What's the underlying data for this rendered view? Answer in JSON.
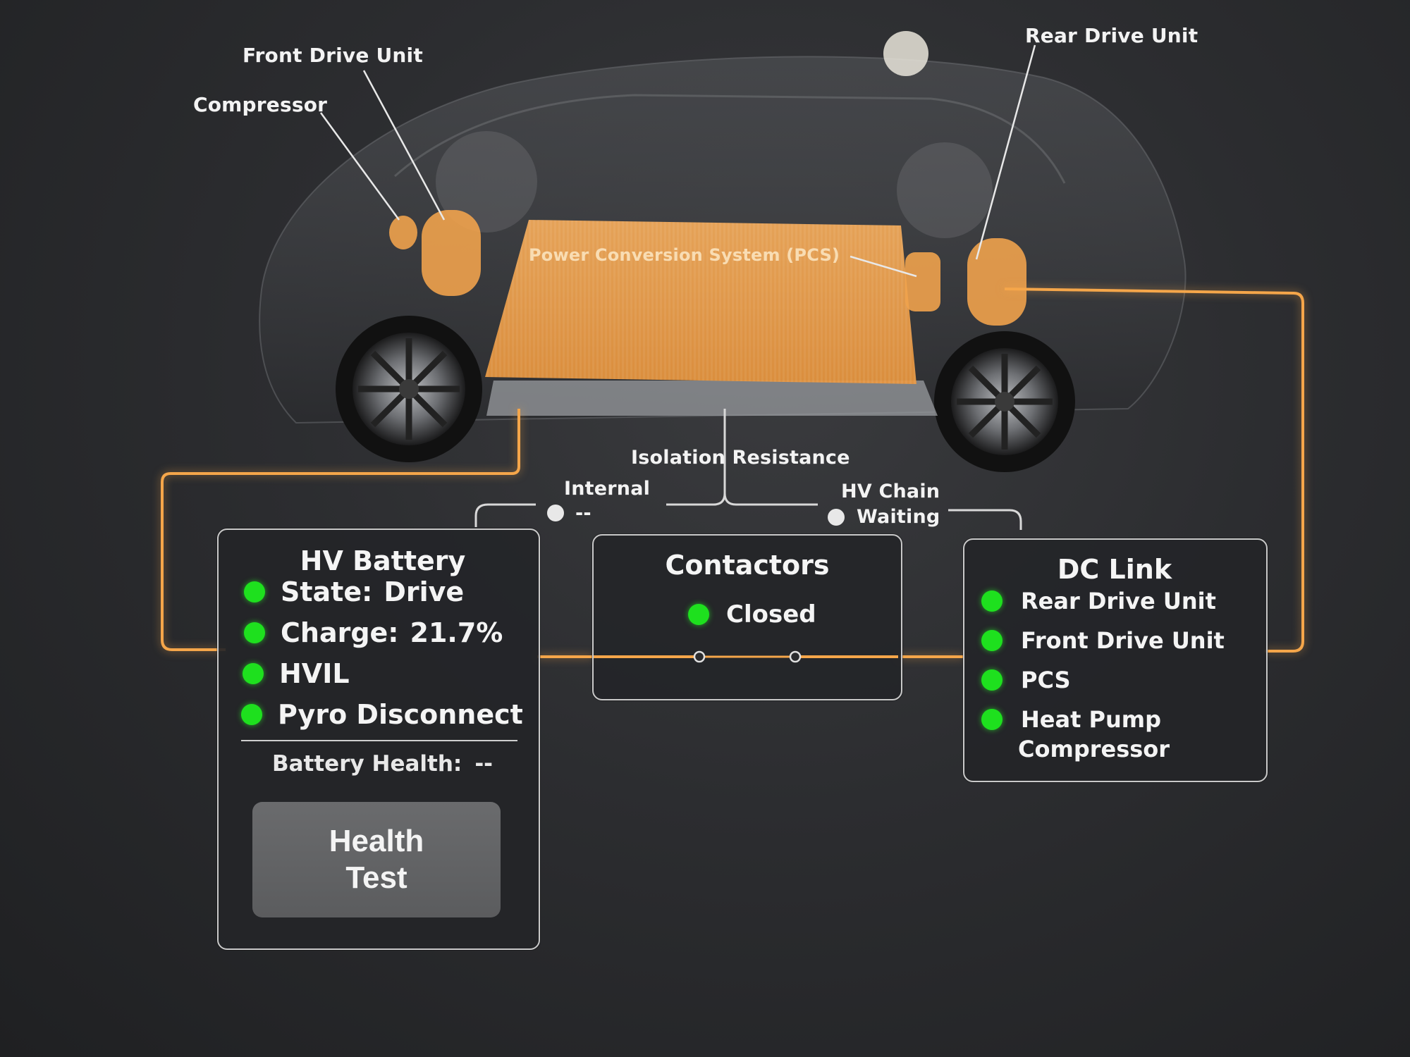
{
  "callouts": {
    "front_drive_unit": "Front Drive Unit",
    "compressor": "Compressor",
    "rear_drive_unit": "Rear Drive Unit",
    "pcs": "Power Conversion System (PCS)"
  },
  "isolation": {
    "title": "Isolation Resistance",
    "internal_label": "Internal",
    "internal_value": "--",
    "hv_chain_label": "HV Chain",
    "hv_chain_value": "Waiting"
  },
  "hv_battery": {
    "title": "HV Battery",
    "state_label": "State:",
    "state_value": "Drive",
    "charge_label": "Charge:",
    "charge_value": "21.7%",
    "hvil": "HVIL",
    "pyro": "Pyro Disconnect",
    "health_label": "Battery Health:",
    "health_value": "--",
    "health_test_line1": "Health",
    "health_test_line2": "Test"
  },
  "contactors": {
    "title": "Contactors",
    "status": "Closed"
  },
  "dc_link": {
    "title": "DC Link",
    "items": [
      "Rear Drive Unit",
      "Front Drive Unit",
      "PCS",
      "Heat Pump",
      "Compressor"
    ]
  },
  "colors": {
    "accent_orange": "#f5a64a",
    "status_green": "#1ee01e"
  }
}
